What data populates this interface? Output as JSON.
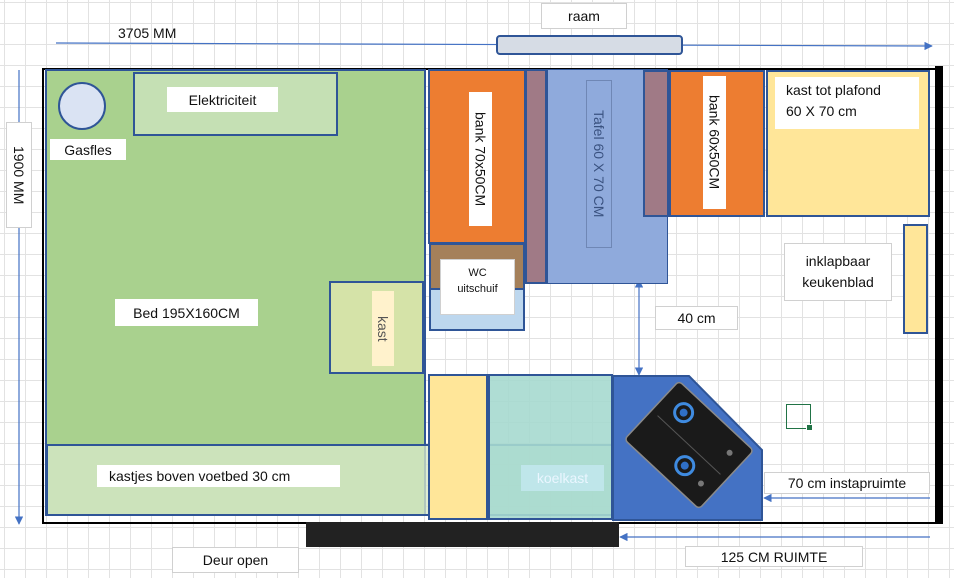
{
  "dimensions": {
    "width_label": "3705 MM",
    "height_label": "1900 MM",
    "gap_label": "40 cm",
    "storage_label": "70 cm instapruimte",
    "door_space_label": "125 CM RUIMTE"
  },
  "labels": {
    "window": "raam",
    "gas_bottle": "Gasfles",
    "electricity": "Elektriciteit",
    "bed": "Bed 195X160CM",
    "cupboard": "kast",
    "cupboards_footbed": "kastjes boven voetbed 30 cm",
    "bench_left": "bank 70x50CM",
    "table": "Tafel 60 X 70 CM",
    "bench_right": "bank 60x50CM",
    "tall_cupboard_line1": "kast tot plafond",
    "tall_cupboard_line2": "60 X 70 cm",
    "wc_line1": "WC",
    "wc_line2": "uitschuif",
    "counter_line1": "inklapbaar",
    "counter_line2": "keukenblad",
    "fridge": "koelkast",
    "door": "Deur open"
  },
  "colors": {
    "bed_green": "#a9d18e",
    "light_green": "#c5e0b4",
    "orange": "#ed7d31",
    "table_blue": "#8faadc",
    "cooktop_blue": "#4472c4",
    "yellow": "#ffe699",
    "light_blue": "#bdd7ee",
    "brown": "#a5805a",
    "mauve": "#a07a86",
    "fridge_teal": "#a6d9cf"
  },
  "icons": {
    "gas_bottle": "circle-icon",
    "cooktop": "gas-hob-icon",
    "selection": "selection-handle-icon"
  }
}
